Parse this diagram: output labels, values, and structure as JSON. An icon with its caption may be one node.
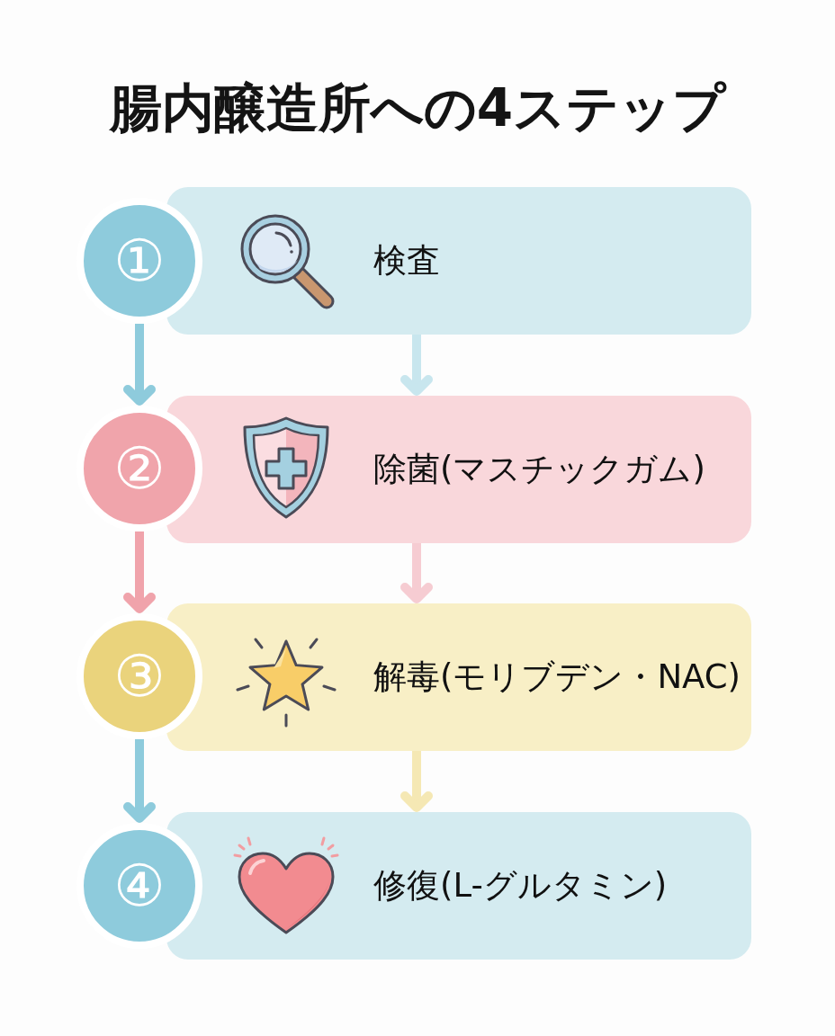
{
  "diagram": {
    "title": "腸内醸造所への4ステップ",
    "nodes": [
      {
        "text": [
          "①"
        ]
      },
      {
        "text": [
          "検査"
        ]
      },
      {
        "text": [
          "②"
        ]
      },
      {
        "text": [
          "除菌(マスチックガム)"
        ]
      },
      {
        "text": [
          "③"
        ]
      },
      {
        "text": [
          "解毒(モリブデン・NAC)"
        ]
      },
      {
        "text": [
          "④"
        ]
      },
      {
        "text": [
          "修復(L-グルタミン)"
        ]
      }
    ],
    "edges": [
      {
        "from": 0,
        "to": 2,
        "arrow": "to",
        "color": "#8ecbdc"
      },
      {
        "from": 1,
        "to": 3,
        "arrow": "to",
        "color": "#c8e6ee"
      },
      {
        "from": 2,
        "to": 4,
        "arrow": "to",
        "color": "#f0a3ab"
      },
      {
        "from": 3,
        "to": 5,
        "arrow": "to",
        "color": "#f6ccd2"
      },
      {
        "from": 4,
        "to": 6,
        "arrow": "to",
        "color": "#8ecbdc"
      },
      {
        "from": 5,
        "to": 7,
        "arrow": "to",
        "color": "#f5e8b4"
      }
    ]
  }
}
